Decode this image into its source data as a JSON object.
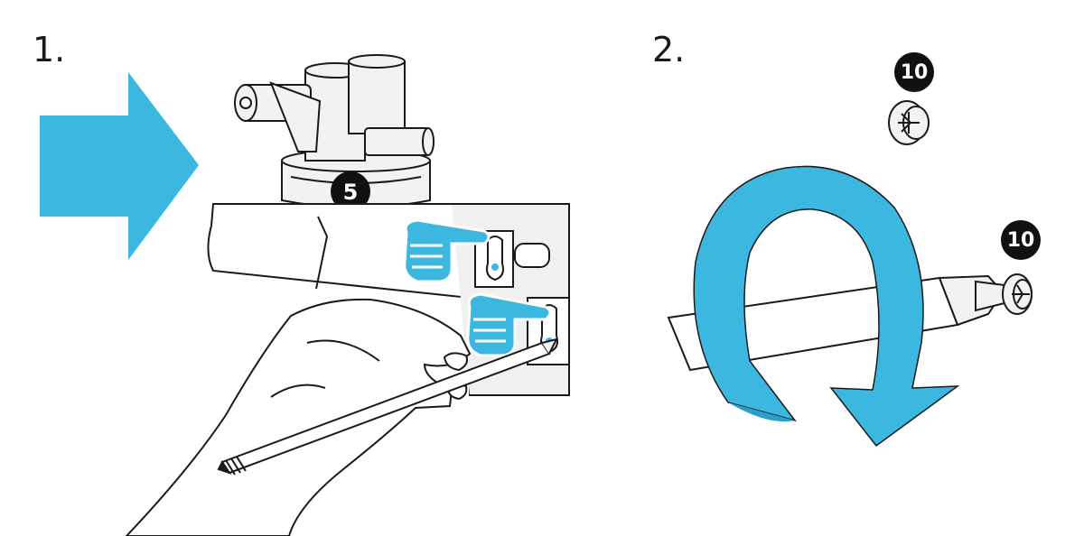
{
  "steps": [
    {
      "label": "1."
    },
    {
      "label": "2."
    }
  ],
  "badges": {
    "bracket_part": "5",
    "screw_loose": "10",
    "screw_on_driver": "10"
  },
  "colors": {
    "accent_blue": "#3cb8e0",
    "outline": "#1a1a1a",
    "part_fill": "#f2f2f2"
  },
  "icons": [
    "arrow-right-icon",
    "pointing-hand-icon",
    "rotate-clockwise-icon",
    "screw-icon",
    "screwdriver-icon",
    "pencil-icon"
  ]
}
